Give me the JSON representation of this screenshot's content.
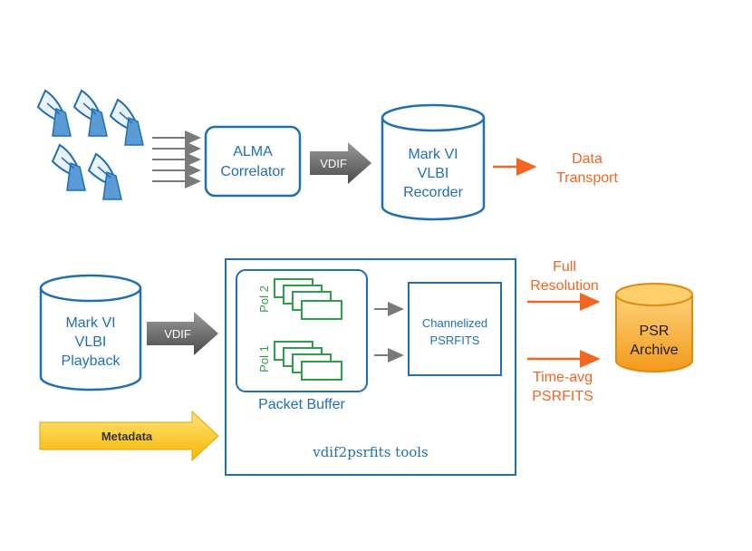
{
  "top": {
    "correlator": [
      "ALMA",
      "Correlator"
    ],
    "arrow_vdif": "VDIF",
    "recorder": [
      "Mark VI",
      "VLBI",
      "Recorder"
    ],
    "transport": [
      "Data",
      "Transport"
    ]
  },
  "bottom": {
    "playback": [
      "Mark VI",
      "VLBI",
      "Playback"
    ],
    "arrow_vdif": "VDIF",
    "metadata": "Metadata",
    "pol2": "Pol 2",
    "pol1": "Pol 1",
    "packet_buffer": "Packet Buffer",
    "channelized": [
      "Channelized",
      "PSRFITS"
    ],
    "tools": "vdif2psrfits tools",
    "full_resolution": [
      "Full",
      "Resolution"
    ],
    "time_avg": [
      "Time-avg",
      "PSRFITS"
    ],
    "archive": [
      "PSR",
      "Archive"
    ]
  },
  "colors": {
    "blue": "#1f6fb2",
    "green": "#2e9e4a",
    "orange": "#f26522",
    "gray_arrow": "#6b6b6b",
    "dish_fill": "#5b9bd5",
    "archive_fill": "#f5a623",
    "metadata_fill": "#f7c531"
  },
  "icons": [
    "radio-dish-icon"
  ]
}
